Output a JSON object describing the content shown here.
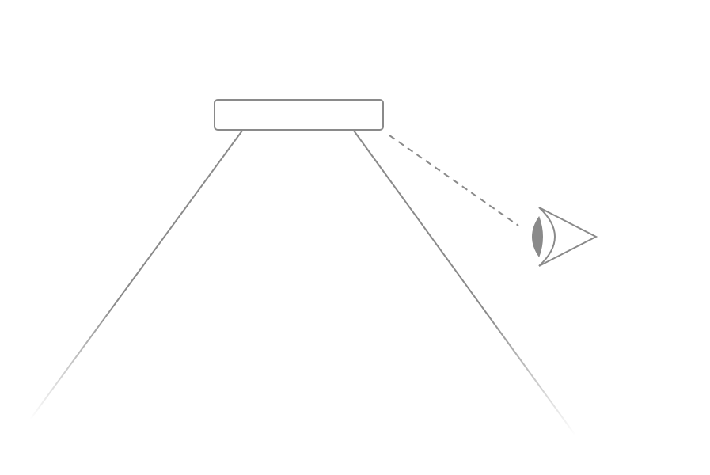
{
  "diagram": {
    "colors": {
      "stroke": "#8a8a8a",
      "fill": "#ffffff",
      "iris": "#8a8a8a"
    },
    "elements": {
      "box": "rounded-rectangle",
      "beams": [
        "left-beam-line",
        "right-beam-line"
      ],
      "sight_line": "dashed",
      "viewer": "eye-icon"
    }
  }
}
